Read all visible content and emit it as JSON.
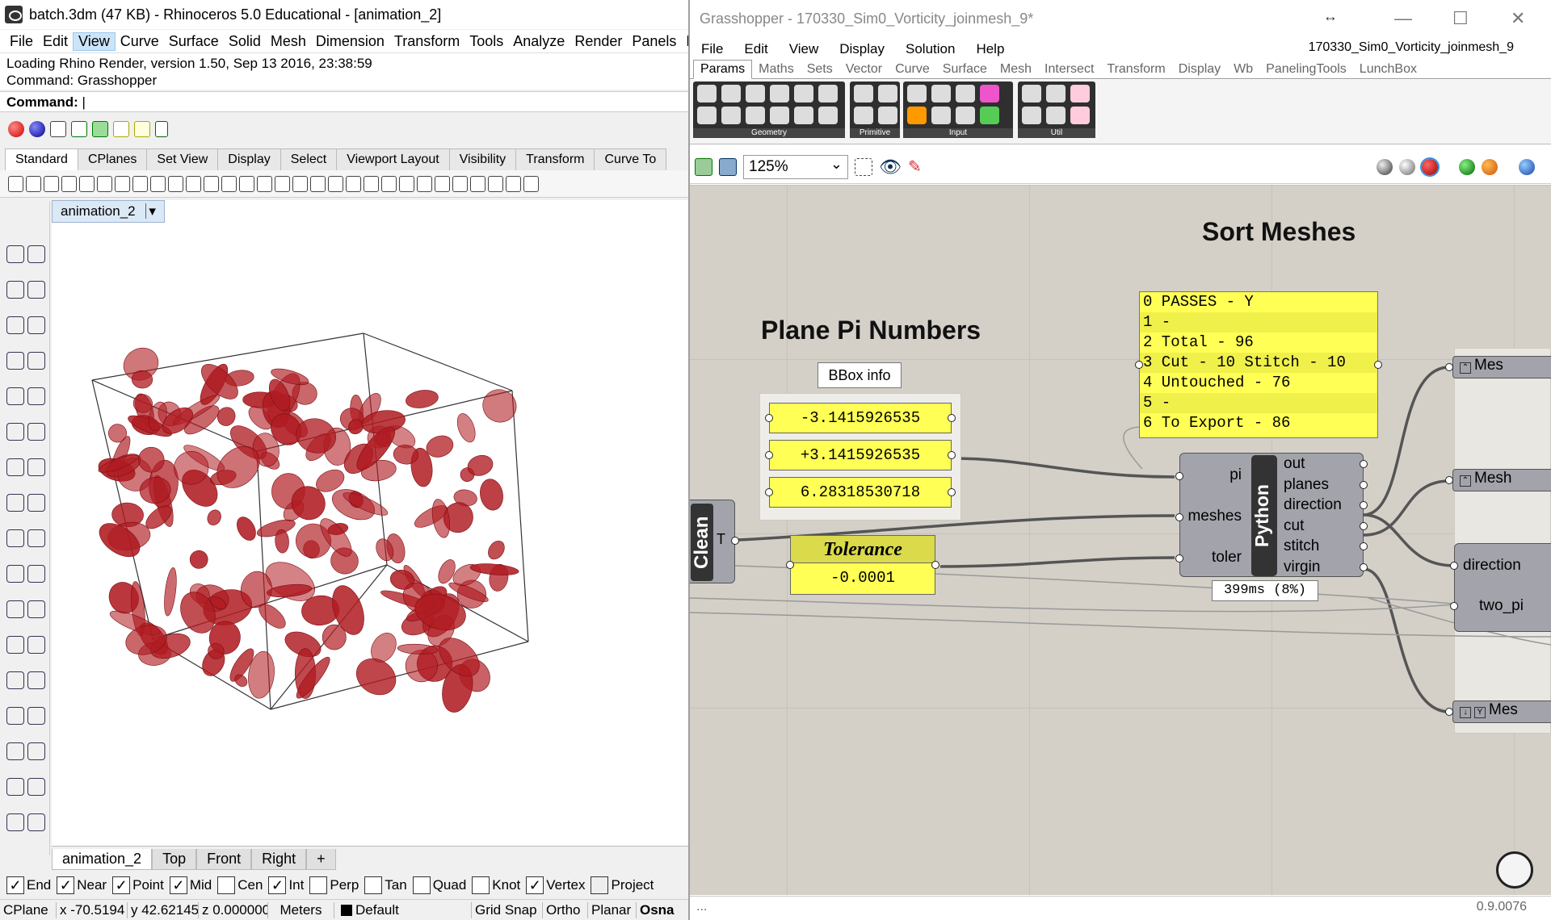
{
  "rhino": {
    "title": "batch.3dm (47 KB) - Rhinoceros 5.0 Educational - [animation_2]",
    "menu": [
      "File",
      "Edit",
      "View",
      "Curve",
      "Surface",
      "Solid",
      "Mesh",
      "Dimension",
      "Transform",
      "Tools",
      "Analyze",
      "Render",
      "Panels",
      "Pa"
    ],
    "menu_highlight": "View",
    "history": [
      "Loading Rhino Render, version 1.50, Sep 13 2016, 23:38:59",
      "Command: Grasshopper"
    ],
    "command_prompt": "Command:",
    "toolbar_tabs": [
      "Standard",
      "CPlanes",
      "Set View",
      "Display",
      "Select",
      "Viewport Layout",
      "Visibility",
      "Transform",
      "Curve To"
    ],
    "viewport_name": "animation_2",
    "view_tabs": [
      "animation_2",
      "Top",
      "Front",
      "Right",
      "+"
    ],
    "osnaps": [
      {
        "label": "End",
        "checked": true
      },
      {
        "label": "Near",
        "checked": true
      },
      {
        "label": "Point",
        "checked": true
      },
      {
        "label": "Mid",
        "checked": true
      },
      {
        "label": "Cen",
        "checked": false
      },
      {
        "label": "Int",
        "checked": true
      },
      {
        "label": "Perp",
        "checked": false
      },
      {
        "label": "Tan",
        "checked": false
      },
      {
        "label": "Quad",
        "checked": false
      },
      {
        "label": "Knot",
        "checked": false
      },
      {
        "label": "Vertex",
        "checked": true
      },
      {
        "label": "Project",
        "checked": false
      }
    ],
    "status": {
      "cplane": "CPlane",
      "x": "x -70.5194",
      "y": "y 42.62145",
      "z": "z 0.000000",
      "units": "Meters",
      "layer": "Default",
      "grid_snap": "Grid Snap",
      "ortho": "Ortho",
      "planar": "Planar",
      "osnap": "Osna"
    },
    "blob_color": "#b01c22"
  },
  "gh": {
    "title": "Grasshopper - 170330_Sim0_Vorticity_joinmesh_9*",
    "menu": [
      "File",
      "Edit",
      "View",
      "Display",
      "Solution",
      "Help"
    ],
    "file_name": "170330_Sim0_Vorticity_joinmesh_9",
    "tabs": [
      "Params",
      "Maths",
      "Sets",
      "Vector",
      "Curve",
      "Surface",
      "Mesh",
      "Intersect",
      "Transform",
      "Display",
      "Wb",
      "PanelingTools",
      "LunchBox"
    ],
    "ribbon_groups": [
      "Geometry",
      "Primitive",
      "Input",
      "Util"
    ],
    "zoom": "125%",
    "version": "0.9.0076",
    "canvas": {
      "heading_sort": "Sort Meshes",
      "heading_plane": "Plane Pi Numbers",
      "bbox_label": "BBox info",
      "pi_values": [
        "-3.1415926535",
        "+3.1415926535",
        "6.28318530718"
      ],
      "tolerance_label": "Tolerance",
      "tolerance_value": "-0.0001",
      "clean_label": "Clean",
      "clean_output": "T",
      "panel_rows": [
        "0 PASSES - Y",
        "1 -",
        "2 Total - 96",
        "3 Cut - 10 Stitch - 10",
        "4 Untouched - 76",
        "5 -",
        "6 To Export - 86"
      ],
      "python": {
        "name": "Python",
        "inputs": [
          "pi",
          "meshes",
          "toler"
        ],
        "outputs": [
          "out",
          "planes",
          "direction",
          "cut",
          "stitch",
          "virgin"
        ],
        "timing": "399ms (8%)"
      },
      "right_comp": {
        "inputs": [
          "direction",
          "two_pi"
        ]
      },
      "mesh_labels": [
        "Mes",
        "Mesh",
        "Mes"
      ]
    }
  }
}
